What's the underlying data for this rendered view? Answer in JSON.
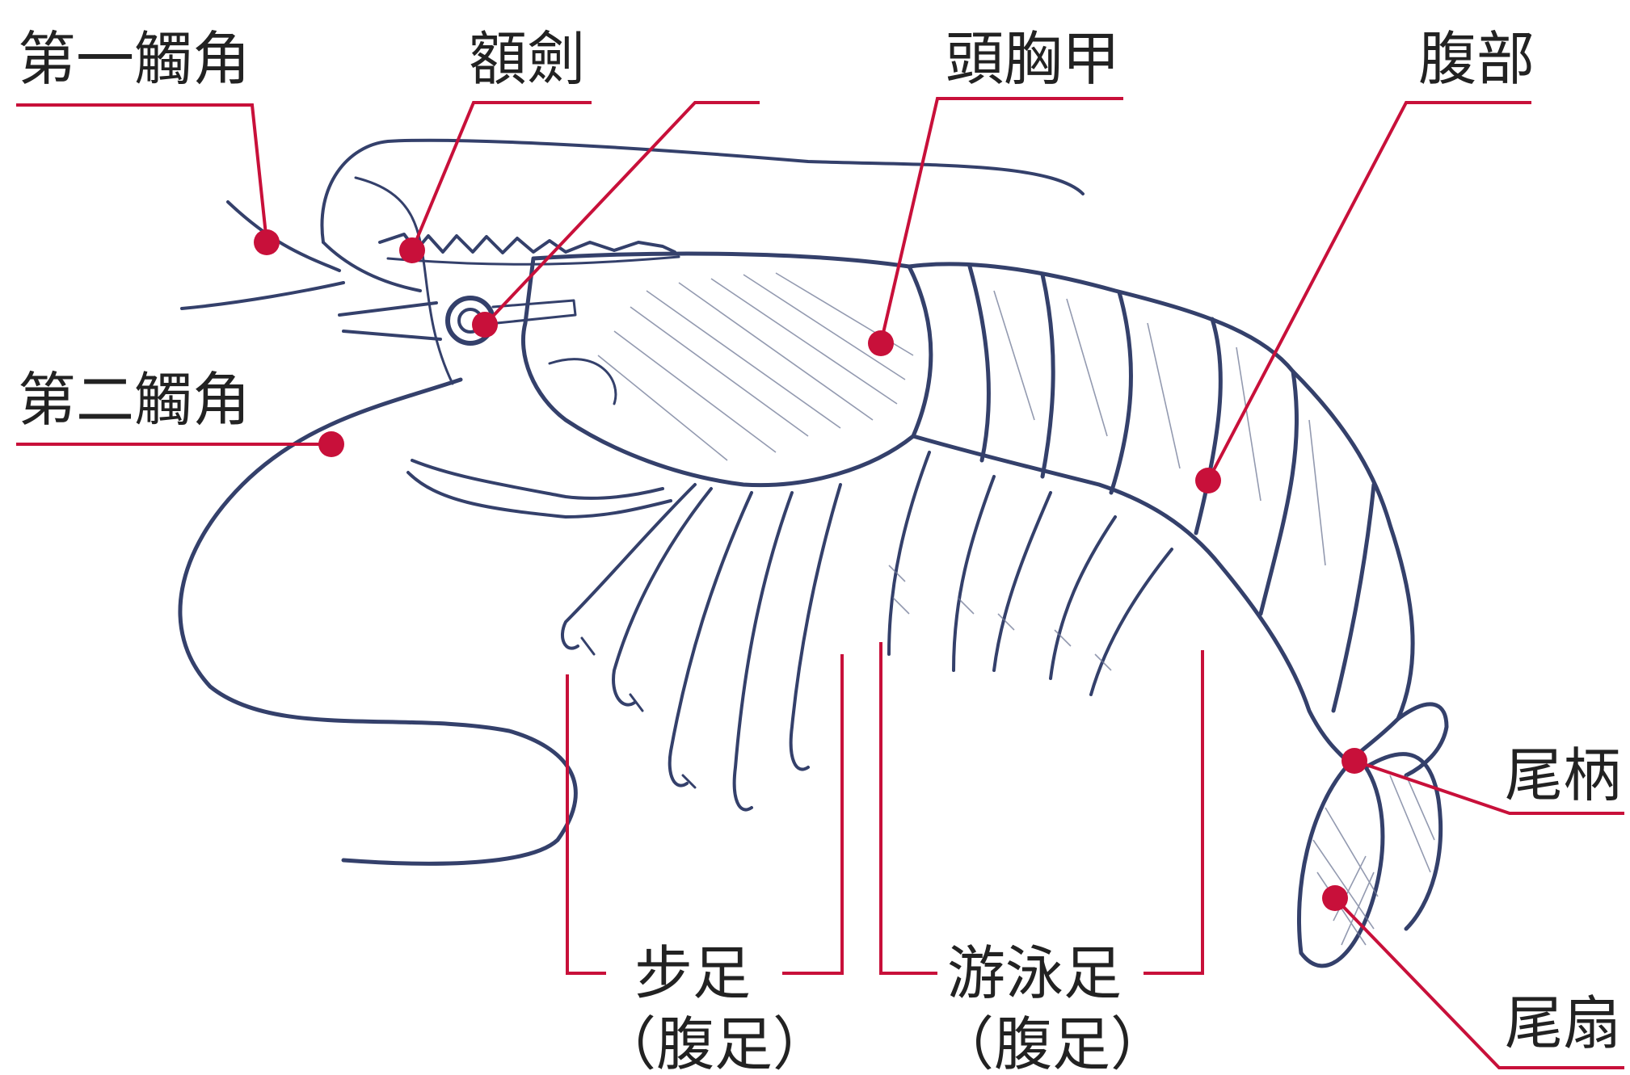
{
  "colors": {
    "leader": "#c8103a",
    "ink": "#34406b",
    "text": "#222222",
    "background": "#ffffff"
  },
  "labels": {
    "antennule": "第一觸角",
    "rostrum": "額劍",
    "eye": "",
    "carapace": "頭胸甲",
    "abdomen": "腹部",
    "antenna": "第二觸角",
    "walking_legs": "步足",
    "walking_legs_note": "（腹足）",
    "swimming_legs": "游泳足",
    "swimming_legs_note": "（腹足）",
    "telson": "尾柄",
    "tail_fan": "尾扇"
  }
}
